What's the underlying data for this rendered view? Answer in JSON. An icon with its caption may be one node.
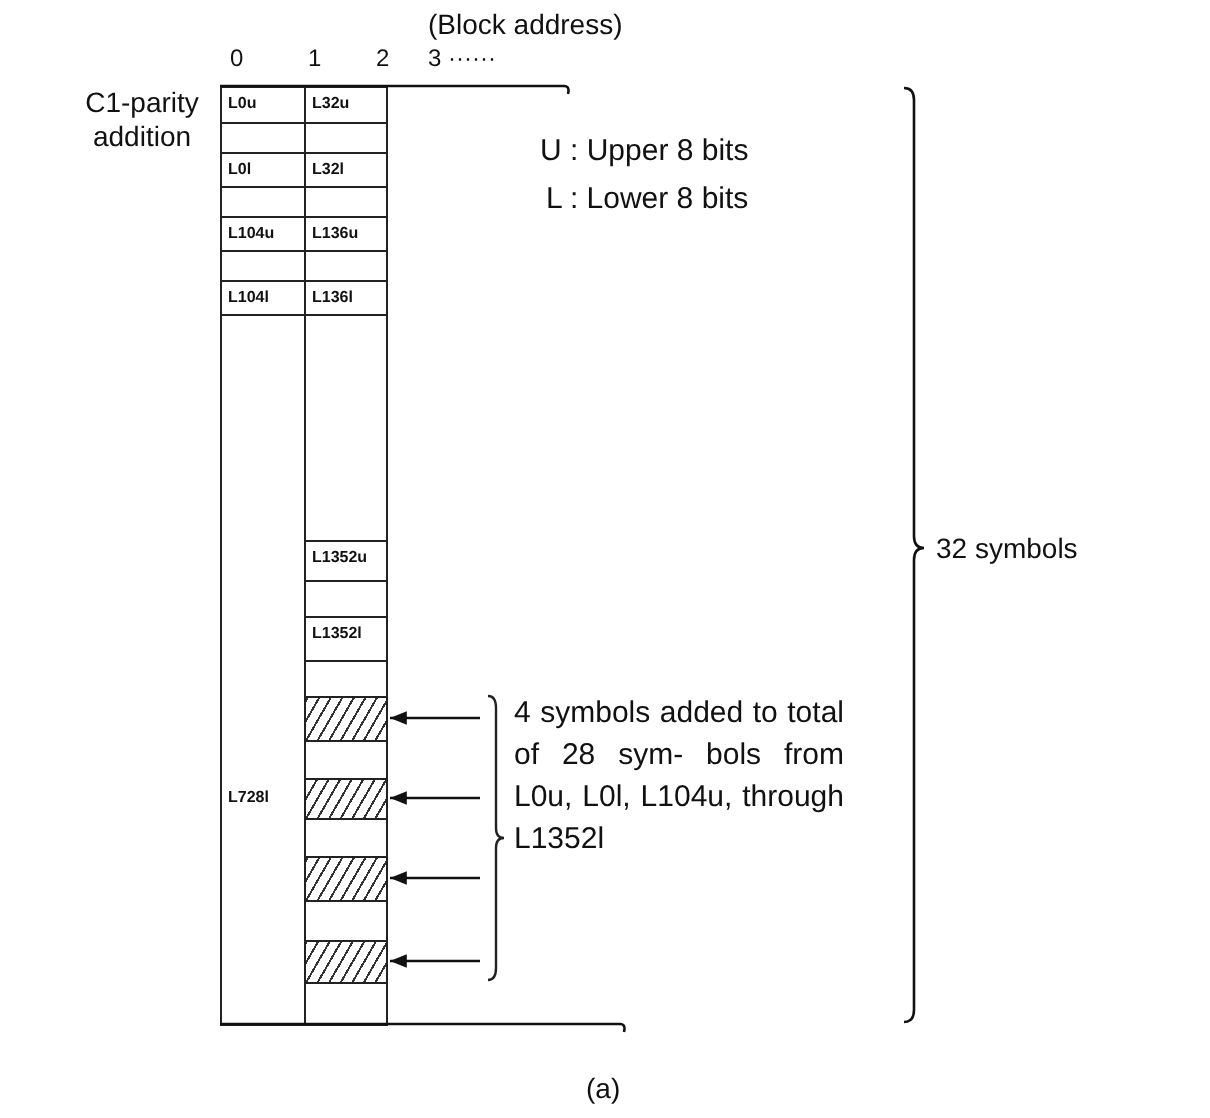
{
  "diagram": {
    "caption": "(a)",
    "nodes": [
      {
        "text": [
          "L0u"
        ]
      },
      {
        "text": [],
        "shape": "box"
      },
      {
        "text": [
          "L0l"
        ]
      },
      {
        "text": [],
        "shape": "box"
      },
      {
        "text": [
          "L104u"
        ]
      },
      {
        "text": [],
        "shape": "box"
      },
      {
        "text": [
          "L104l"
        ]
      },
      {
        "text": [
          "L728l"
        ]
      },
      {
        "text": [
          "L32u"
        ]
      },
      {
        "text": [],
        "shape": "box"
      },
      {
        "text": [
          "L32l"
        ]
      },
      {
        "text": [],
        "shape": "box"
      },
      {
        "text": [
          "L136u"
        ]
      },
      {
        "text": [],
        "shape": "box"
      },
      {
        "text": [
          "L136l"
        ]
      },
      {
        "text": [],
        "shape": "box"
      },
      {
        "text": [
          "L1352u"
        ]
      },
      {
        "text": [],
        "shape": "box"
      },
      {
        "text": [
          "L1352l"
        ]
      },
      {
        "text": [],
        "shape": "box"
      },
      {
        "text": [],
        "shape": "hatched"
      },
      {
        "text": [],
        "shape": "box"
      },
      {
        "text": [],
        "shape": "hatched"
      },
      {
        "text": [],
        "shape": "box"
      },
      {
        "text": [],
        "shape": "hatched"
      },
      {
        "text": [],
        "shape": "box"
      },
      {
        "text": [],
        "shape": "hatched"
      },
      {
        "text": [],
        "shape": "box"
      },
      {
        "text": [
          "4 symbols added to total of 28 sym- bols from L0u, L0l, L104u, through L1352l"
        ]
      }
    ],
    "edges": [
      {
        "from": 28,
        "to": 20,
        "arrow": "to"
      },
      {
        "from": 28,
        "to": 22,
        "arrow": "to"
      },
      {
        "from": 28,
        "to": 24,
        "arrow": "to"
      },
      {
        "from": 28,
        "to": 26,
        "arrow": "to"
      }
    ],
    "labels": [
      "(Block address)",
      "0",
      "1",
      "2",
      "3 ······",
      "C1-parity addition",
      "U : Upper 8 bits",
      "L : Lower 8 bits",
      "32 symbols"
    ]
  }
}
